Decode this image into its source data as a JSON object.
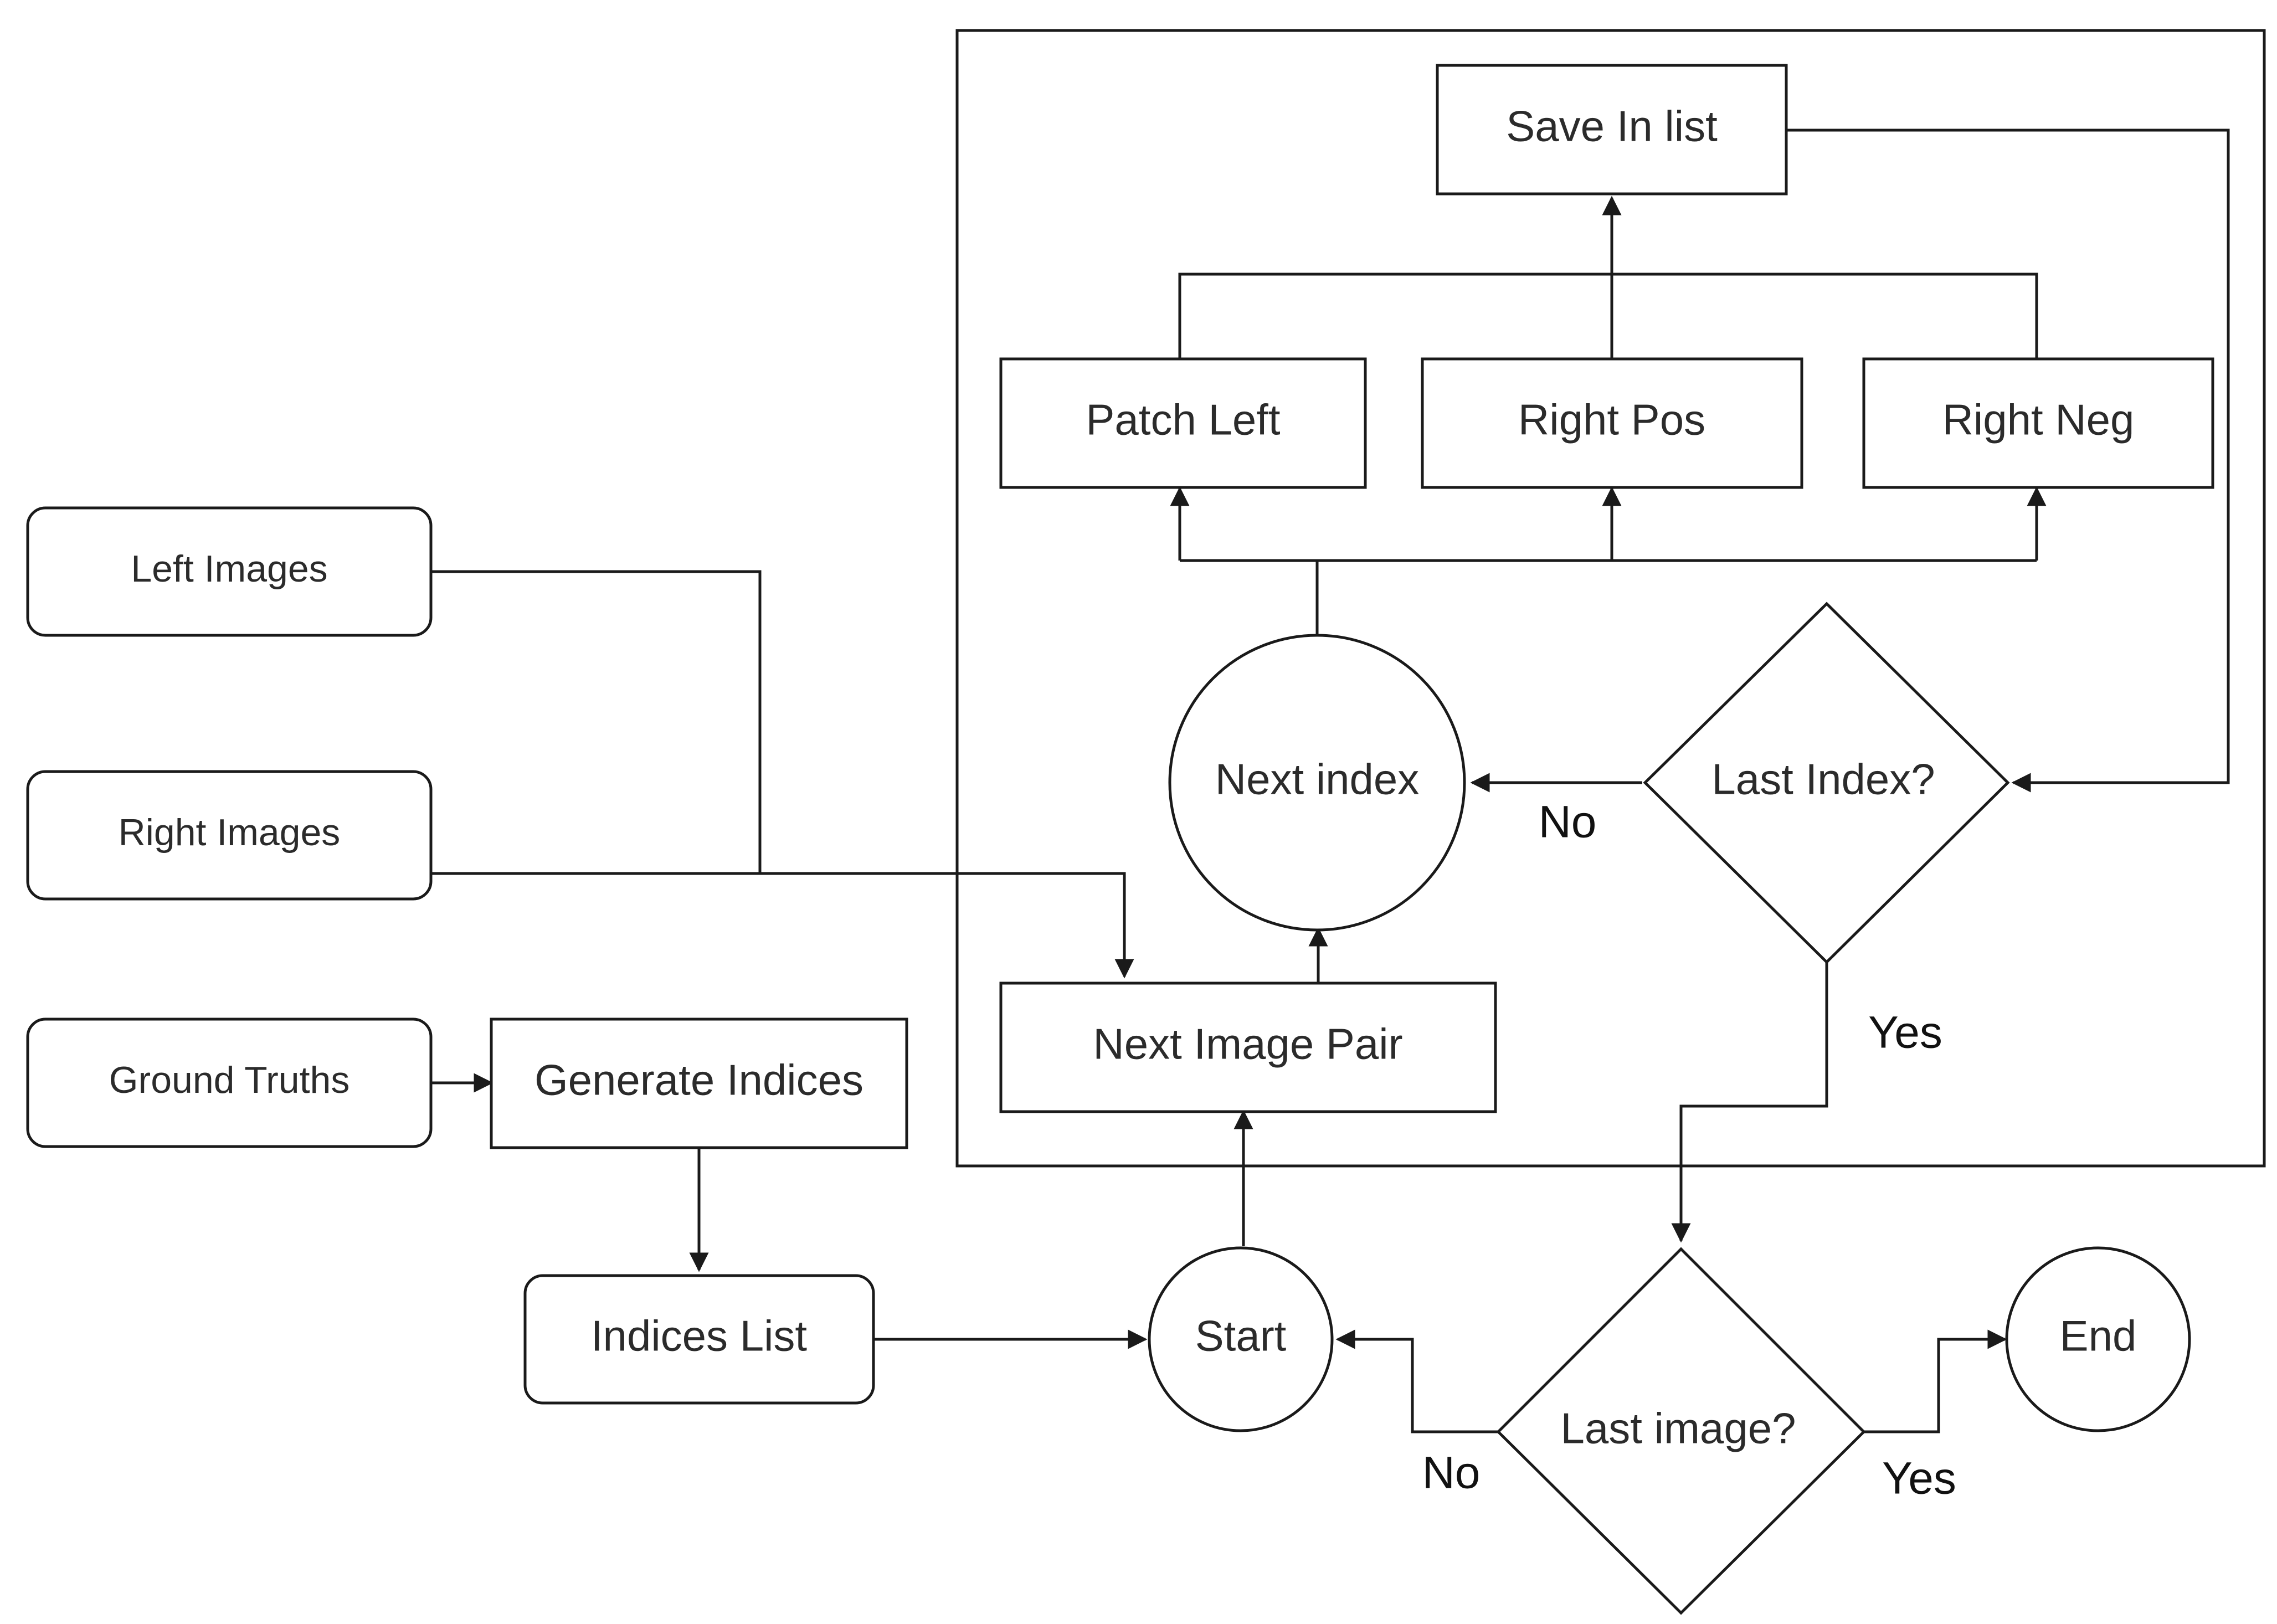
{
  "nodes": {
    "left_images": "Left Images",
    "right_images": "Right Images",
    "ground_truths": "Ground Truths",
    "generate_indices": "Generate Indices",
    "indices_list": "Indices List",
    "start": "Start",
    "next_image_pair": "Next Image Pair",
    "next_index": "Next index",
    "patch_left": "Patch Left",
    "right_pos": "Right Pos",
    "right_neg": "Right Neg",
    "save_in_list": "Save In list",
    "last_index": "Last Index?",
    "last_image": "Last image?",
    "end": "End"
  },
  "edge_labels": {
    "last_index_no": "No",
    "last_index_yes": "Yes",
    "last_image_no": "No",
    "last_image_yes": "Yes"
  },
  "colors": {
    "stroke": "#1a1a1a",
    "background": "#ffffff",
    "text": "#2b2b2b"
  }
}
